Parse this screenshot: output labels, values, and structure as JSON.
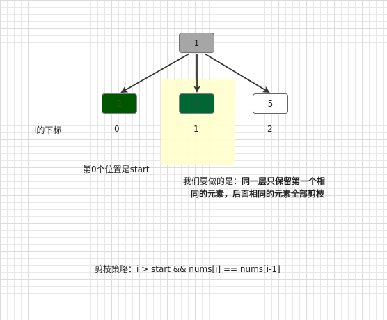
{
  "tree": {
    "root": {
      "value": "1"
    },
    "children": [
      {
        "value": "2",
        "index": "0"
      },
      {
        "value": "2",
        "index": "1"
      },
      {
        "value": "5",
        "index": "2"
      }
    ]
  },
  "labels": {
    "index_axis": "i的下标",
    "start_note": "第0个位置是start",
    "dedupe_prefix": "我们要做的是：",
    "dedupe_bold_line1": "同一层只保留第一个相",
    "dedupe_bold_line2": "同的元素，后面相同的元素全部剪枝",
    "pruning_strategy": "剪枝策略：i > start && nums[i] == nums[i-1]"
  },
  "colors": {
    "root_fill": "#a6a6a6",
    "child0_fill": "#005700",
    "child1_fill": "#006633",
    "child2_fill": "#ffffff",
    "highlight": "#ffffcc",
    "arrow": "#333333"
  }
}
